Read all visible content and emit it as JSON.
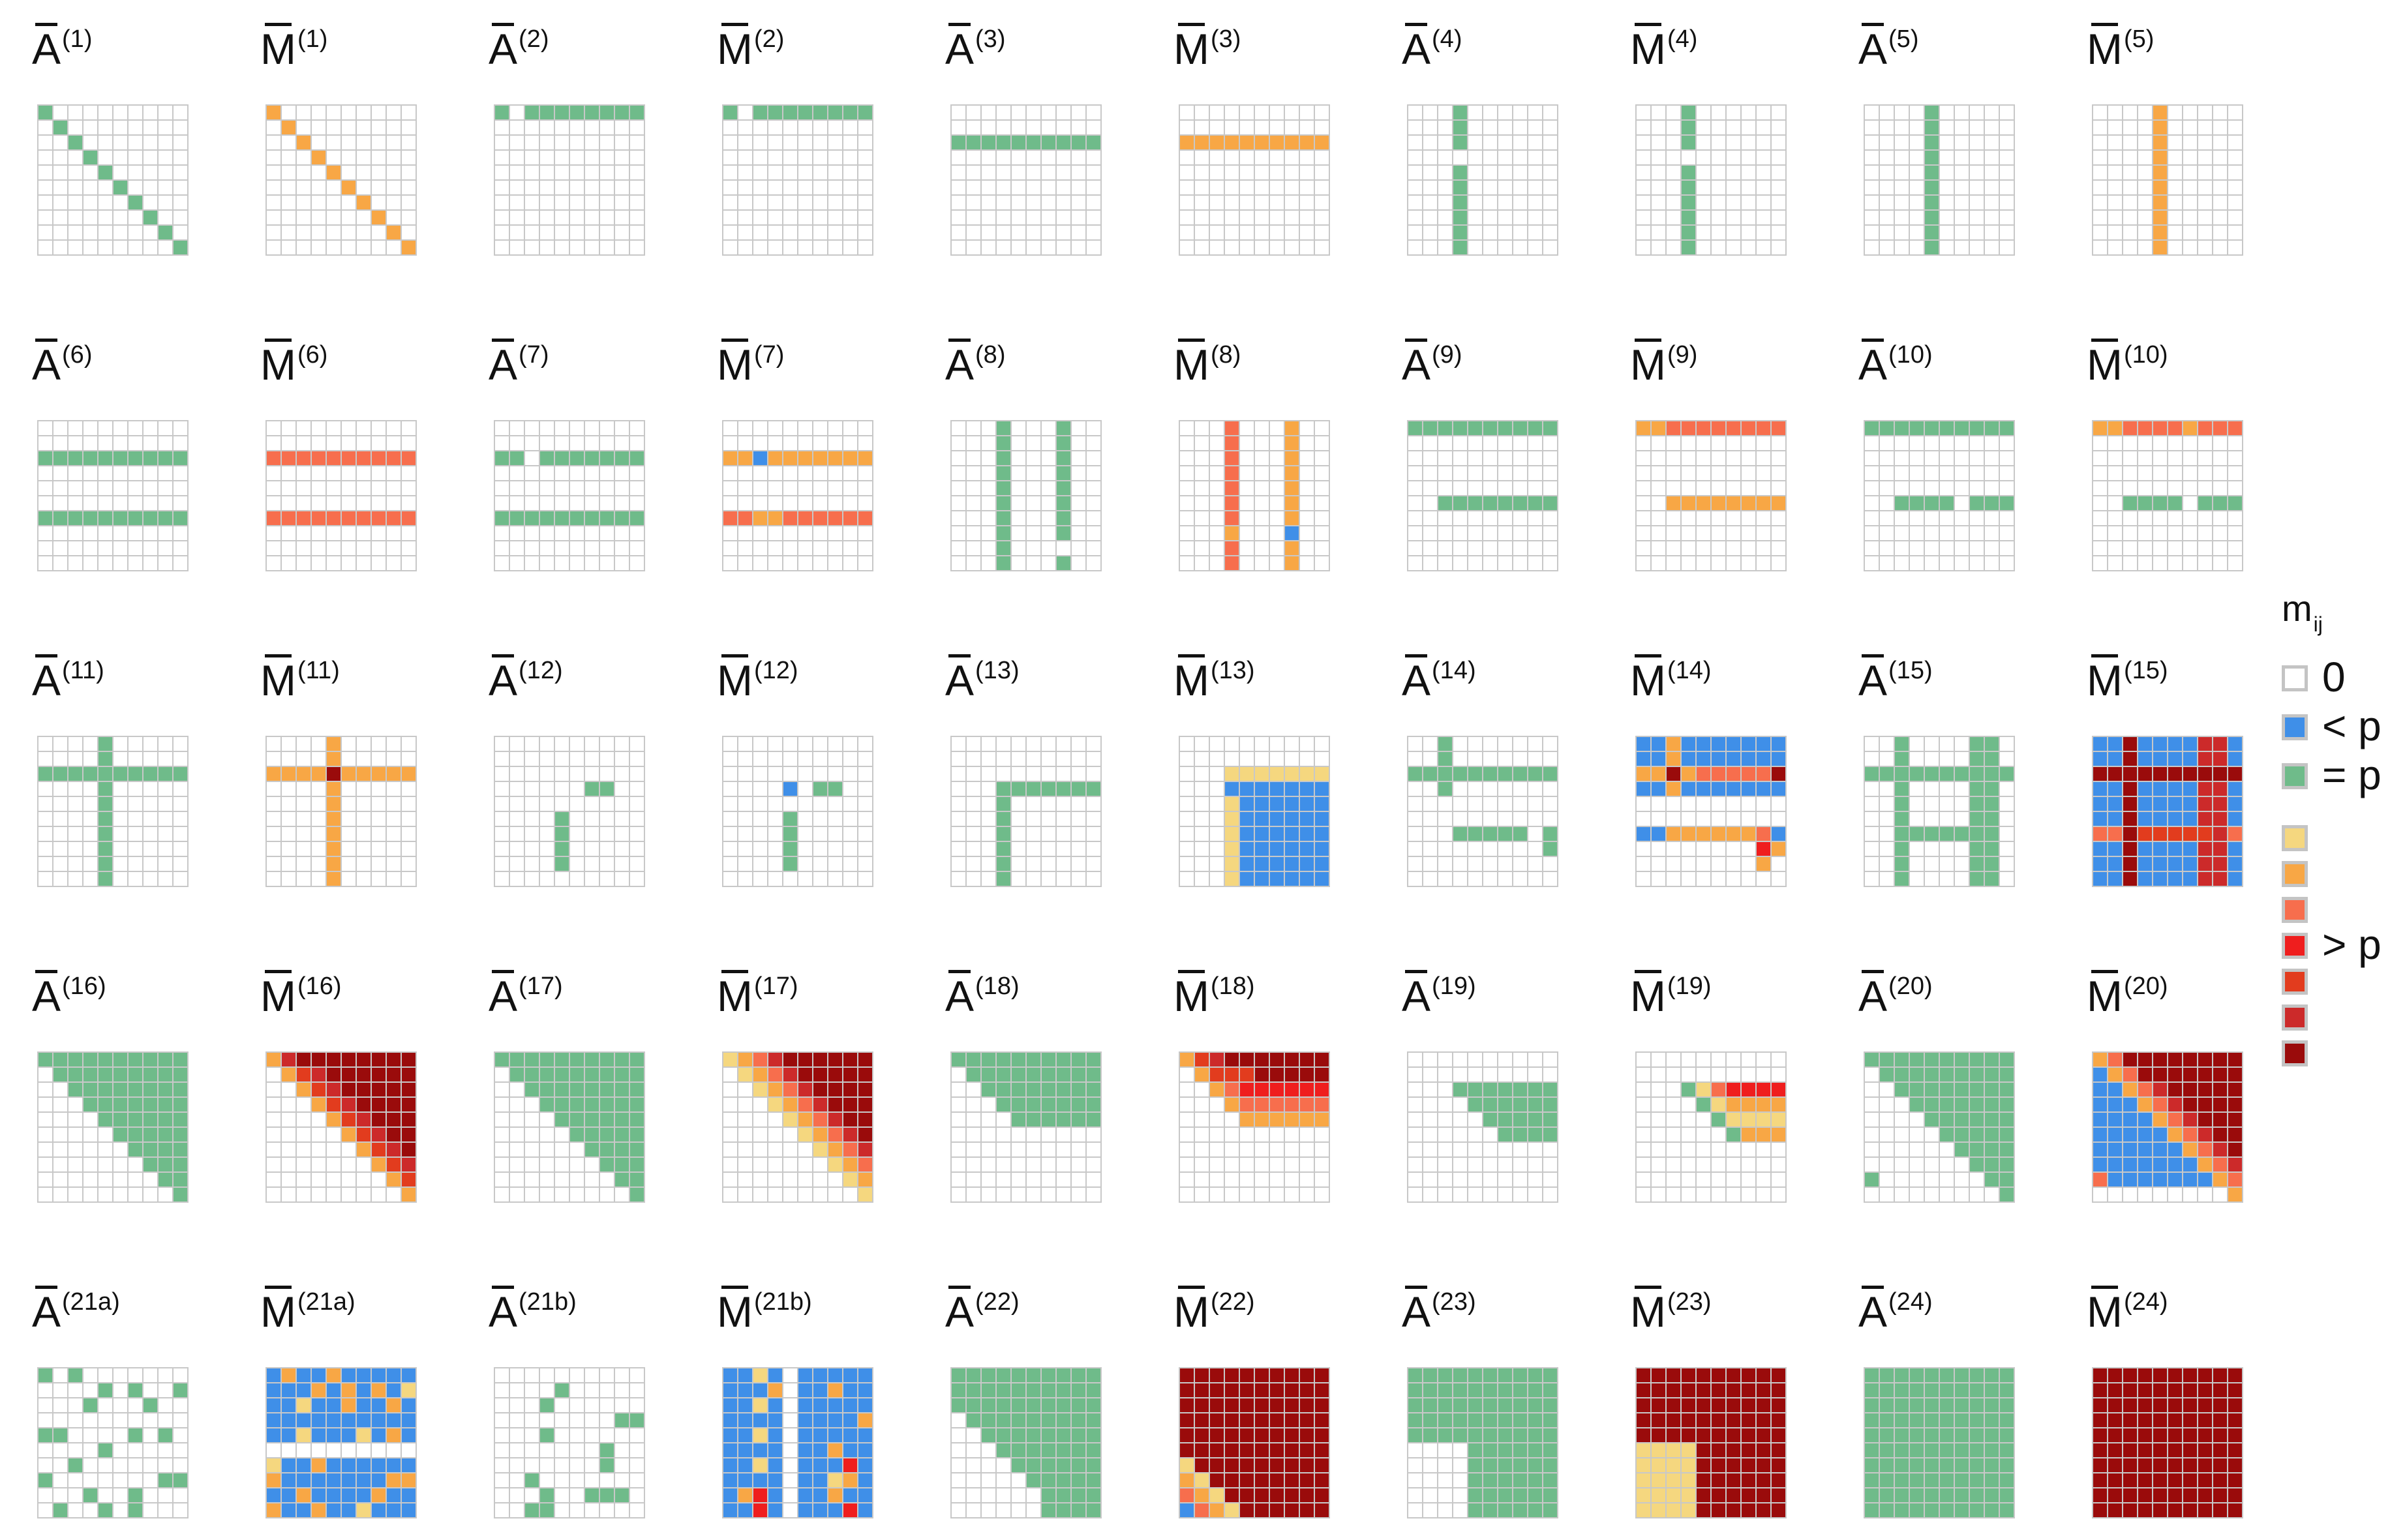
{
  "figure": {
    "grid_size": 10,
    "rows": [
      [
        "(1)",
        "(2)",
        "(3)",
        "(4)",
        "(5)"
      ],
      [
        "(6)",
        "(7)",
        "(8)",
        "(9)",
        "(10)"
      ],
      [
        "(11)",
        "(12)",
        "(13)",
        "(14)",
        "(15)"
      ],
      [
        "(16)",
        "(17)",
        "(18)",
        "(19)",
        "(20)"
      ],
      [
        "(21a)",
        "(21b)",
        "(22)",
        "(23)",
        "(24)"
      ]
    ],
    "labels": {
      "a_symbol": "A",
      "m_symbol": "M"
    }
  },
  "legend": {
    "title": "m",
    "title_sub": "ij",
    "items": [
      {
        "key": "zero",
        "label": "0",
        "color": "#ffffff"
      },
      {
        "key": "lt",
        "label": "< p",
        "color": "#3f8fe8"
      },
      {
        "key": "eq",
        "label": "= p",
        "color": "#6fbb8a"
      },
      {
        "key": "gt1",
        "label": "",
        "color": "#f5d77f"
      },
      {
        "key": "gt2",
        "label": "",
        "color": "#f8a745"
      },
      {
        "key": "gt3",
        "label": "",
        "color": "#f76e4d"
      },
      {
        "key": "gt4",
        "label": "> p",
        "color": "#ef1e1e"
      },
      {
        "key": "gt5",
        "label": "",
        "color": "#e23c1e"
      },
      {
        "key": "gt6",
        "label": "",
        "color": "#cc2a2a"
      },
      {
        "key": "gt7",
        "label": "",
        "color": "#9a0b0b"
      }
    ]
  },
  "colors": {
    "zero": "#ffffff",
    "gridline": "#c8c8c8",
    "B": "#3f8fe8",
    "G": "#6fbb8a",
    "Y": "#f5d77f",
    "O": "#f8a745",
    "S": "#f76e4d",
    "R": "#ef1e1e",
    "E": "#e23c1e",
    "C": "#cc2a2a",
    "D": "#9a0b0b"
  },
  "panels": {
    "A1": [
      "G.........",
      ".G........",
      "..G.......",
      "...G......",
      "....G.....",
      ".....G....",
      "......G...",
      ".......G..",
      "........G.",
      ".........G"
    ],
    "M1": [
      "O.........",
      ".O........",
      "..O.......",
      "...O......",
      "....O.....",
      ".....O....",
      "......O...",
      ".......O..",
      "........O.",
      ".........O"
    ],
    "A2": [
      "G.GGGGGGGG",
      "..........",
      "..........",
      "..........",
      "..........",
      "..........",
      "..........",
      "..........",
      "..........",
      ".........."
    ],
    "M2": [
      "G.GGGGGGGG",
      "..........",
      "..........",
      "..........",
      "..........",
      "..........",
      "..........",
      "..........",
      "..........",
      ".........."
    ],
    "A3": [
      "..........",
      "..........",
      "GGGGGGGGGG",
      "..........",
      "..........",
      "..........",
      "..........",
      "..........",
      "..........",
      ".........."
    ],
    "M3": [
      "..........",
      "..........",
      "OOOOOOOOOO",
      "..........",
      "..........",
      "..........",
      "..........",
      "..........",
      "..........",
      ".........."
    ],
    "A4": [
      "...G......",
      "...G......",
      "...G......",
      "..........",
      "...G......",
      "...G......",
      "...G......",
      "...G......",
      "...G......",
      "...G......"
    ],
    "M4": [
      "...G......",
      "...G......",
      "...G......",
      "..........",
      "...G......",
      "...G......",
      "...G......",
      "...G......",
      "...G......",
      "...G......"
    ],
    "A5": [
      "....G.....",
      "....G.....",
      "....G.....",
      "....G.....",
      "....G.....",
      "....G.....",
      "....G.....",
      "....G.....",
      "....G.....",
      "....G....."
    ],
    "M5": [
      "....O.....",
      "....O.....",
      "....O.....",
      "....O.....",
      "....O.....",
      "....O.....",
      "....O.....",
      "....O.....",
      "....O.....",
      "....O....."
    ],
    "A6": [
      "..........",
      "..........",
      "GGGGGGGGGG",
      "..........",
      "..........",
      "..........",
      "GGGGGGGGGG",
      "..........",
      "..........",
      ".........."
    ],
    "M6": [
      "..........",
      "..........",
      "SSSSSSSSSS",
      "..........",
      "..........",
      "..........",
      "SSSSSSSSSS",
      "..........",
      "..........",
      ".........."
    ],
    "A7": [
      "..........",
      "..........",
      "GG.GGGGGGG",
      "..........",
      "..........",
      "..........",
      "GGGGGGGGGG",
      "..........",
      "..........",
      ".........."
    ],
    "M7": [
      "..........",
      "..........",
      "OOBOOOOOOO",
      "..........",
      "..........",
      "..........",
      "SSOOSSSSSS",
      "..........",
      "..........",
      ".........."
    ],
    "A8": [
      "...G...G..",
      "...G...G..",
      "...G...G..",
      "...G...G..",
      "...G...G..",
      "...G...G..",
      "...G...G..",
      "...G...G..",
      "...G......",
      "...G...G.."
    ],
    "M8": [
      "...S...O..",
      "...S...O..",
      "...S...O..",
      "...S...O..",
      "...S...O..",
      "...S...O..",
      "...S...O..",
      "...O...B..",
      "...S...O..",
      "...S...O.."
    ],
    "A9": [
      "GGGGGGGGGG",
      "..........",
      "..........",
      "..........",
      "..........",
      "..GGGGGGGG",
      "..........",
      "..........",
      "..........",
      ".........."
    ],
    "M9": [
      "OOSSSSSSSS",
      "..........",
      "..........",
      "..........",
      "..........",
      "..OOOOOOOO",
      "..........",
      "..........",
      "..........",
      ".........."
    ],
    "A10": [
      "GGGGGGGGGG",
      "..........",
      "..........",
      "..........",
      "..........",
      "..GGGG.GGG",
      "..........",
      "..........",
      "..........",
      ".........."
    ],
    "M10": [
      "OOSSSSOSSS",
      "..........",
      "..........",
      "..........",
      "..........",
      "..GGGG.GGG",
      "..........",
      "..........",
      "..........",
      ".........."
    ],
    "A11": [
      "....G.....",
      "....G.....",
      "GGGGGGGGGG",
      "....G.....",
      "....G.....",
      "....G.....",
      "....G.....",
      "....G.....",
      "....G.....",
      "....G....."
    ],
    "M11": [
      "....O.....",
      "....O.....",
      "OOOODOOOOO",
      "....O.....",
      "....O.....",
      "....O.....",
      "....O.....",
      "....O.....",
      "....O.....",
      "....O....."
    ],
    "A12": [
      "..........",
      "..........",
      "..........",
      "......GG..",
      "..........",
      "....G.....",
      "....G.....",
      "....G.....",
      "....G.....",
      ".........."
    ],
    "M12": [
      "..........",
      "..........",
      "..........",
      "....B.GG..",
      "..........",
      "....G.....",
      "....G.....",
      "....G.....",
      "....G.....",
      ".........."
    ],
    "A13": [
      "..........",
      "..........",
      "..........",
      "...GGGGGGG",
      "...G......",
      "...G......",
      "...G......",
      "...G......",
      "...G......",
      "...G......"
    ],
    "M13": [
      "..........",
      "..........",
      "...YYYYYYY",
      "...BBBBBBB",
      "...YBBBBBB",
      "...YBBBBBB",
      "...YBBBBBB",
      "...YBBBBBB",
      "...YBBBBBB",
      "...YBBBBBB"
    ],
    "A14": [
      "..G.......",
      "..G.......",
      "GGGGGGGGGG",
      "..G.......",
      "..........",
      "..........",
      "...GGGGG.G",
      ".........G",
      "..........",
      ".........."
    ],
    "M14": [
      "BBOBBBBBBB",
      "BBOBBBBBBB",
      "OODOSSSSSD",
      "BBOBBBBBBB",
      "..........",
      "..........",
      "BBOOOOOOSB",
      "........RO",
      "........O.",
      ".........."
    ],
    "A15": [
      "..G....GG.",
      "..G....GG.",
      "GGGGGGGGGG",
      "..G....GG.",
      "..G....GG.",
      "..G....GG.",
      "..GGGGGGG.",
      "..G....GG.",
      "..G....GG.",
      "..G....GG."
    ],
    "M15": [
      "BBDBBBBCCB",
      "BBDBBBBCCB",
      "DDDDDDDDDD",
      "BBDBBBBCCB",
      "BBDBBBBCCB",
      "BBDBBBBCCB",
      "SSDEEEEECS",
      "BBDBBBBCCB",
      "BBDBBBBCCB",
      "BBDBBBBCCB"
    ],
    "A16": [
      "GGGGGGGGGG",
      ".GGGGGGGGG",
      "..GGGGGGGG",
      "...GGGGGGG",
      "....GGGGGG",
      ".....GGGGG",
      "......GGGG",
      ".......GGG",
      "........GG",
      ".........G"
    ],
    "M16": [
      "OCDDDDDDDD",
      ".OECDDDDDD",
      "..OECDDDDD",
      "...OECDDDD",
      "....OECDDD",
      ".....OECDD",
      "......OECD",
      ".......OEC",
      "........OE",
      ".........O"
    ],
    "A17": [
      "GGGGGGGGGG",
      ".GGGGGGGGG",
      "..GGGGGGGG",
      "...GGGGGGG",
      "....GGGGGG",
      ".....GGGGG",
      "......GGGG",
      ".......GGG",
      "........GG",
      ".........G"
    ],
    "M17": [
      "YOSCDDDDDD",
      ".YOSCDDDDD",
      "..YOSCDDDD",
      "...YOSCDDD",
      "....YOSCDD",
      ".....YOSCD",
      "......YOSC",
      ".......YOS",
      "........YO",
      ".........Y"
    ],
    "A18": [
      "GGGGGGGGGG",
      ".GGGGGGGGG",
      "..GGGGGGGG",
      "...GGGGGGG",
      "....GGGGGG",
      "..........",
      "..........",
      "..........",
      "..........",
      ".........."
    ],
    "M18": [
      "OECDDDDDDD",
      ".OEEEDDDDD",
      "..OSRRRRRR",
      "...OSSSSSS",
      "....OOOOOO",
      "..........",
      "..........",
      "..........",
      "..........",
      ".........."
    ],
    "A19": [
      "..........",
      "..........",
      "...GGGGGGG",
      "....GGGGGG",
      ".....GGGGG",
      "......GGGG",
      "..........",
      "..........",
      "..........",
      ".........."
    ],
    "M19": [
      "..........",
      "..........",
      "...GYSRRRR",
      "....GYOOOO",
      ".....GYYYY",
      "......GOOO",
      "..........",
      "..........",
      "..........",
      ".........."
    ],
    "A20": [
      "GGGGGGGGGG",
      ".GGGGGGGGG",
      "..GGGGGGGG",
      "...GGGGGGG",
      "....GGGGGG",
      ".....GGGGG",
      "......GGGG",
      ".......GGG",
      "G.......GG",
      ".........G"
    ],
    "M20": [
      "OSDDDDDDDD",
      "BOSDDDDDDD",
      "BBOSCDDDDD",
      "BBBOSCDDDD",
      "BBBBOSCDDD",
      "BBBBBOSCDD",
      "BBBBBBOSCD",
      "BBBBBBBOSC",
      "SBBBBBBBOS",
      ".........O"
    ],
    "A21a": [
      "G.G.......",
      "....G.G..G",
      "...G...G..",
      "..........",
      "GG....G.G.",
      "....G.....",
      "..G.......",
      "G.......GG",
      "...G..G...",
      ".G..G.G..."
    ],
    "M21a": [
      "BOBBOBBBBB",
      "BBBOBOBOBY",
      "BBYBBOBBOB",
      "BBBBBBBBBB",
      "BBYBBBYBOB",
      "..........",
      "YBBOBBBBBB",
      "OBBBBBBBOO",
      "BBOBBBBOBB",
      "OBBOBBYBBB"
    ],
    "A21b": [
      "..........",
      "....G.....",
      "...G......",
      "........GG",
      "...G......",
      ".......G..",
      ".......G..",
      "..G.......",
      "...G..GGG.",
      "..GG......"
    ],
    "M21b": [
      "BBYB.BBBBB",
      "BBBO.BBOBB",
      "BBYB.BBBBB",
      "BBBB.BBBBO",
      "BBYB.BBBBB",
      "BBBB.BBOBB",
      "BBYB.BBBRB",
      "BBBB.BBYOB",
      "BORB.BBOBB",
      "BBRB.BBBRB"
    ],
    "A22": [
      "GGGGGGGGGG",
      "GGGGGGGGGG",
      "GGGGGGGGGG",
      ".GGGGGGGGG",
      "..GGGGGGGG",
      "...GGGGGGG",
      "....GGGGGG",
      ".....GGGGG",
      "......GGGG",
      "......GGGG"
    ],
    "M22": [
      "DDDDDDDDDD",
      "DDDDDDDDDD",
      "DDDDDDDDDD",
      "DDDDDDDDDD",
      "DDDDDDDDDD",
      "DDDDDDDDDD",
      "YDDDDDDDDD",
      "OYDDDDDDDD",
      "SOYDDDDDDD",
      "BSOYDDDDDD"
    ],
    "A23": [
      "GGGGGGGGGG",
      "GGGGGGGGGG",
      "GGGGGGGGGG",
      "GGGGGGGGGG",
      "GGGGGGGGGG",
      "....GGGGGG",
      "....GGGGGG",
      "....GGGGGG",
      "....GGGGGG",
      "....GGGGGG"
    ],
    "M23": [
      "DDDDDDDDDD",
      "DDDDDDDDDD",
      "DDDDDDDDDD",
      "DDDDDDDDDD",
      "DDDDDDDDDD",
      "YYYYDDDDDD",
      "YYYYDDDDDD",
      "YYYYDDDDDD",
      "YYYYDDDDDD",
      "YYYYDDDDDD"
    ],
    "A24": [
      "GGGGGGGGGG",
      "GGGGGGGGGG",
      "GGGGGGGGGG",
      "GGGGGGGGGG",
      "GGGGGGGGGG",
      "GGGGGGGGGG",
      "GGGGGGGGGG",
      "GGGGGGGGGG",
      "GGGGGGGGGG",
      "GGGGGGGGGG"
    ],
    "M24": [
      "DDDDDDDDDD",
      "DDDDDDDDDD",
      "DDDDDDDDDD",
      "DDDDDDDDDD",
      "DDDDDDDDDD",
      "DDDDDDDDDD",
      "DDDDDDDDDD",
      "DDDDDDDDDD",
      "DDDDDDDDDD",
      "DDDDDDDDDD"
    ]
  }
}
